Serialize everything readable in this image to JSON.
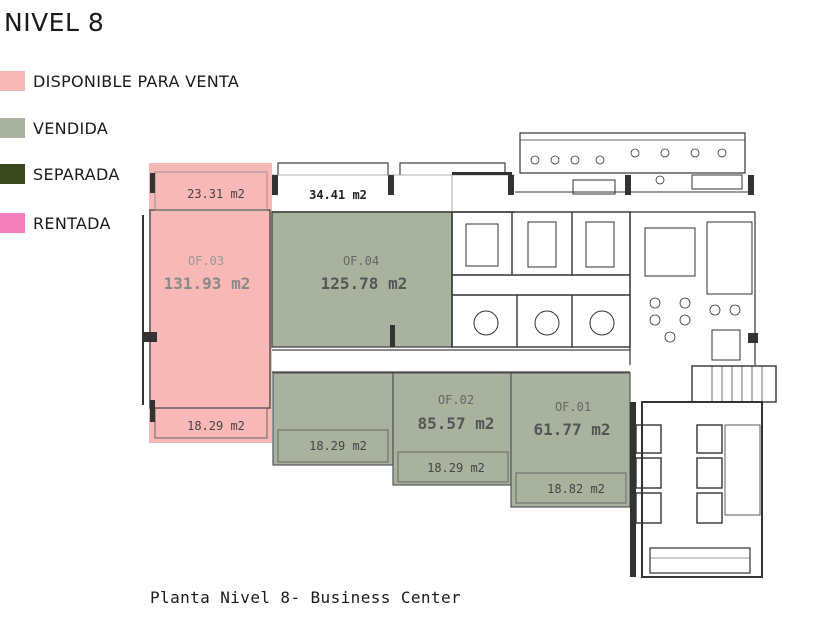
{
  "title": "NIVEL 8",
  "legend": [
    {
      "label": "DISPONIBLE PARA VENTA",
      "color": "#f8b8b6"
    },
    {
      "label": "VENDIDA",
      "color": "#a9b29e"
    },
    {
      "label": "SEPARADA",
      "color": "#3b4a1c"
    },
    {
      "label": "RENTADA",
      "color": "#f47fba"
    }
  ],
  "caption": "Planta Nivel 8- Business Center",
  "units": {
    "of03": {
      "name": "OF.03",
      "area": "131.93 m2",
      "terrace_top": "23.31 m2",
      "terrace_bottom": "18.29 m2",
      "status": "disponible"
    },
    "of04": {
      "name": "OF.04",
      "area": "125.78 m2",
      "terrace_top": "34.41 m2",
      "status": "vendida"
    },
    "of02": {
      "name": "OF.02",
      "area": "85.57 m2",
      "terrace_left": "18.29 m2",
      "terrace_bottom": "18.29 m2",
      "status": "vendida"
    },
    "of01": {
      "name": "OF.01",
      "area": "61.77 m2",
      "terrace_bottom": "18.82 m2",
      "status": "vendida"
    }
  }
}
